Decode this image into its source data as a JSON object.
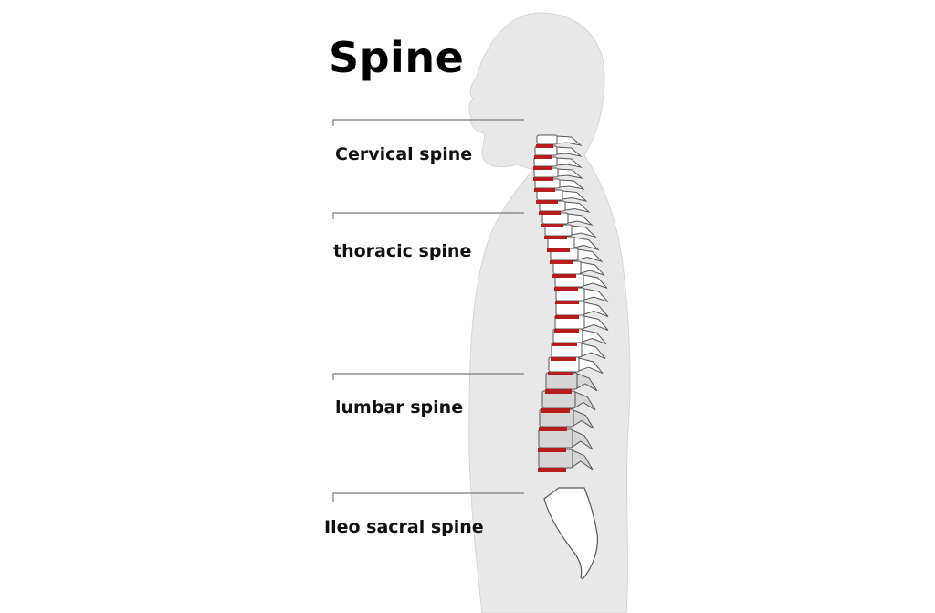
{
  "title": "Spine",
  "labels": {
    "cervical": "Cervical spine",
    "thoracic": "thoracic spine",
    "lumbar": "lumbar spine",
    "sacral": "Ileo sacral spine"
  },
  "colors": {
    "body_silhouette": "#e8e8e8",
    "disc": "#b71c1c",
    "thoracic_cervical_vertebra": "#ffffff",
    "lumbar_vertebra": "#d6d6d6",
    "leader_line": "#777777"
  }
}
